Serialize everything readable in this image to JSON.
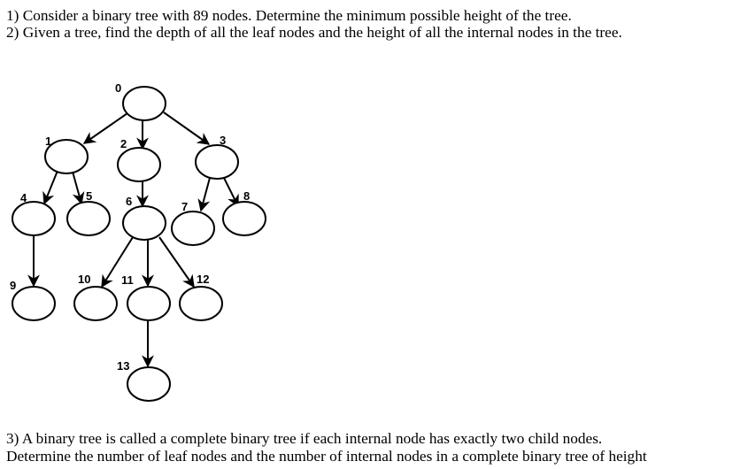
{
  "questions": {
    "q1": "1) Consider a binary tree with 89 nodes. Determine the minimum possible height of the tree.",
    "q2": "2) Given a tree, find the depth of all the leaf nodes and the height of all the internal nodes in the tree.",
    "q3_line1": "3) A binary tree is called a complete binary tree if each internal node has exactly two child nodes.",
    "q3_line2": "Determine the number of leaf nodes and the number of internal nodes in a complete binary tree of height"
  },
  "tree": {
    "nodes": [
      {
        "id": "0",
        "label": "0"
      },
      {
        "id": "1",
        "label": "1"
      },
      {
        "id": "2",
        "label": "2"
      },
      {
        "id": "3",
        "label": "3"
      },
      {
        "id": "4",
        "label": "4"
      },
      {
        "id": "5",
        "label": "5"
      },
      {
        "id": "6",
        "label": "6"
      },
      {
        "id": "7",
        "label": "7"
      },
      {
        "id": "8",
        "label": "8"
      },
      {
        "id": "9",
        "label": "9"
      },
      {
        "id": "10",
        "label": "10"
      },
      {
        "id": "11",
        "label": "11"
      },
      {
        "id": "12",
        "label": "12"
      },
      {
        "id": "13",
        "label": "13"
      }
    ],
    "edges": [
      [
        "0",
        "1"
      ],
      [
        "0",
        "2"
      ],
      [
        "0",
        "3"
      ],
      [
        "1",
        "4"
      ],
      [
        "1",
        "5"
      ],
      [
        "2",
        "6"
      ],
      [
        "3",
        "7"
      ],
      [
        "3",
        "8"
      ],
      [
        "4",
        "9"
      ],
      [
        "6",
        "10"
      ],
      [
        "6",
        "11"
      ],
      [
        "6",
        "12"
      ],
      [
        "11",
        "13"
      ]
    ]
  }
}
